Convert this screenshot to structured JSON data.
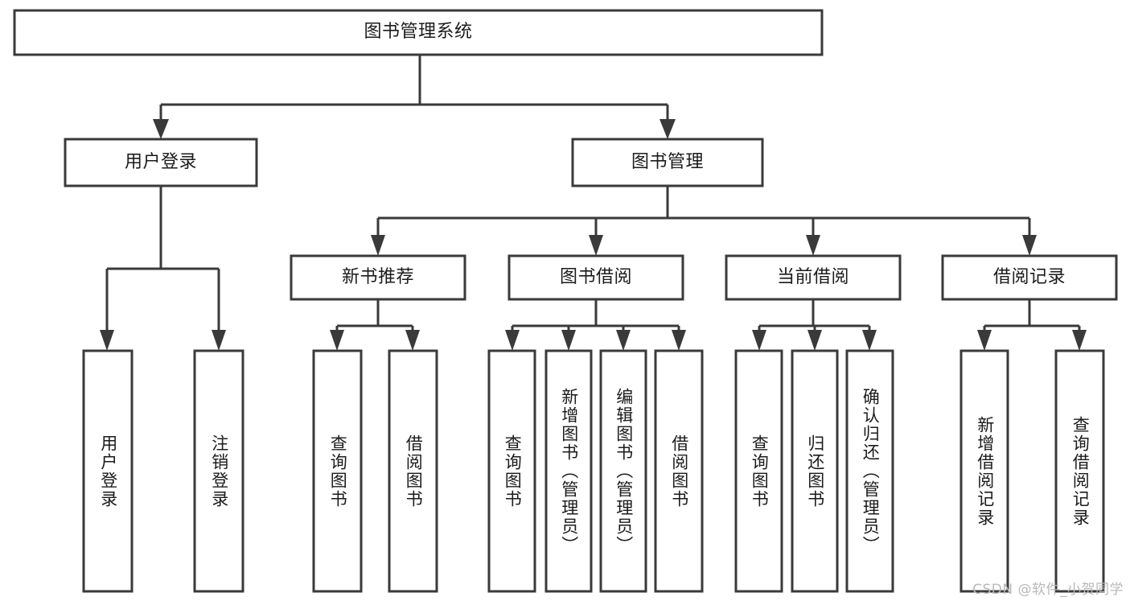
{
  "diagram": {
    "title": "图书管理系统",
    "watermark": "CSDN @软件_小贺同学",
    "colors": {
      "stroke": "#3a3a3a",
      "fill": "#ffffff",
      "text": "#1b1b1b",
      "watermark": "#b8b8b8"
    },
    "levels": {
      "root": {
        "label": "图书管理系统"
      },
      "level2": [
        {
          "label": "用户登录"
        },
        {
          "label": "图书管理"
        }
      ],
      "level3": [
        {
          "label": "新书推荐"
        },
        {
          "label": "图书借阅"
        },
        {
          "label": "当前借阅"
        },
        {
          "label": "借阅记录"
        }
      ],
      "leaves": [
        {
          "label": "用户登录",
          "parent": "用户登录"
        },
        {
          "label": "注销登录",
          "parent": "用户登录"
        },
        {
          "label": "查询图书",
          "parent": "新书推荐"
        },
        {
          "label": "借阅图书",
          "parent": "新书推荐"
        },
        {
          "label": "查询图书",
          "parent": "图书借阅"
        },
        {
          "label": "新增图书（管理员）",
          "parent": "图书借阅"
        },
        {
          "label": "编辑图书（管理员）",
          "parent": "图书借阅"
        },
        {
          "label": "借阅图书",
          "parent": "图书借阅"
        },
        {
          "label": "查询图书",
          "parent": "当前借阅"
        },
        {
          "label": "归还图书",
          "parent": "当前借阅"
        },
        {
          "label": "确认归还（管理员）",
          "parent": "当前借阅"
        },
        {
          "label": "新增借阅记录",
          "parent": "借阅记录"
        },
        {
          "label": "查询借阅记录",
          "parent": "借阅记录"
        }
      ]
    }
  }
}
